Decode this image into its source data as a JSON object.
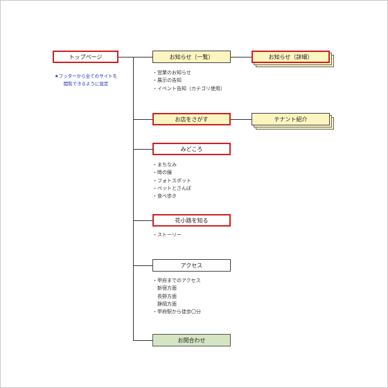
{
  "nodes": {
    "top": "トップページ",
    "news": "お知らせ（一覧）",
    "news_detail": "お知らせ（詳細）",
    "shops": "お店をさがす",
    "tenant": "テナント紹介",
    "highlights": "みどころ",
    "about": "花小路を知る",
    "access": "アクセス",
    "contact": "お問合わせ"
  },
  "note": {
    "line1": "★フッターから全てのサイトを",
    "line2": "閲覧できるように設定"
  },
  "lists": {
    "news": [
      "・営業のお知らせ",
      "・展示の告知",
      "・イベント告知（カテゴリ使用）"
    ],
    "highlights": [
      "・まちなみ",
      "・時の鐘",
      "・フォトスポット",
      "・ペットとさんぽ",
      "・食べ歩き"
    ],
    "about": [
      "・ストーリー"
    ],
    "access": [
      "・甲府までのアクセス",
      "　新宿方面",
      "　長野方面",
      "　静岡方面",
      "・甲府駅から徒歩〇分"
    ]
  },
  "colors": {
    "red_border": "#d02020",
    "yellow_fill": "#fcf5c0",
    "green_fill": "#d5e5c3",
    "note_text": "#1f2fb0"
  }
}
